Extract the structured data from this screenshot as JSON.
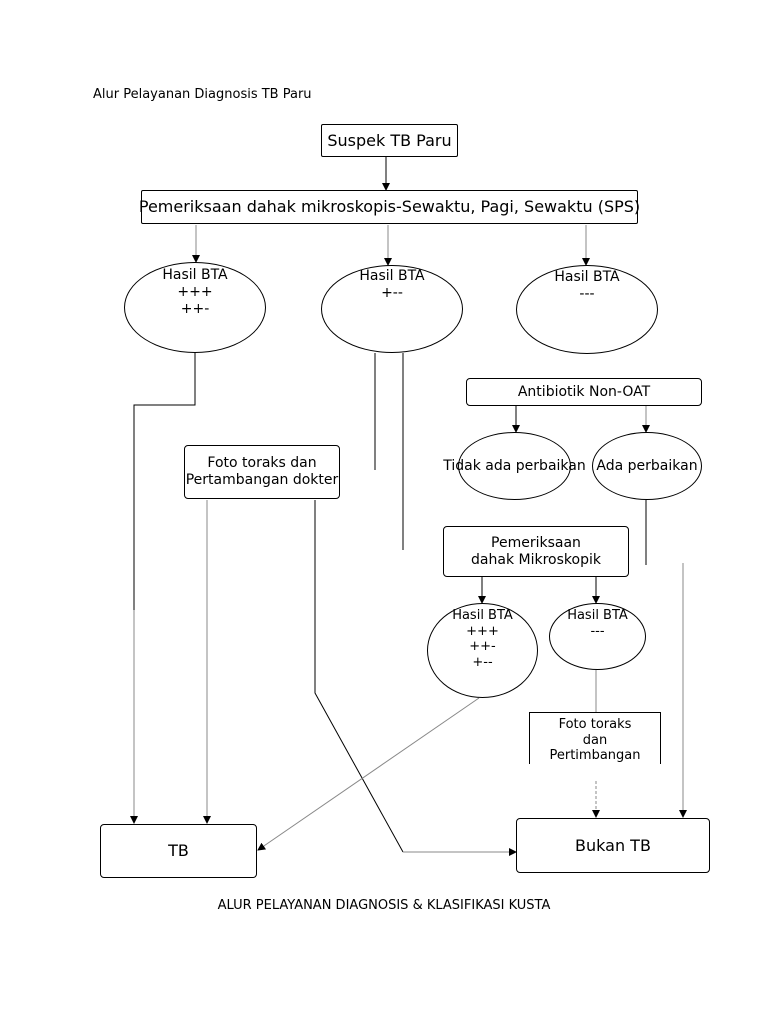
{
  "page_title": "Alur Pelayanan Diagnosis TB Paru",
  "footer_title": "ALUR PELAYANAN DIAGNOSIS & KLASIFIKASI KUSTA",
  "nodes": {
    "suspek": "Suspek TB Paru",
    "pemeriksaan_sps": "Pemeriksaan dahak mikroskopis-Sewaktu, Pagi, Sewaktu (SPS)",
    "hasil_pos": {
      "title": "Hasil BTA",
      "l1": "+++",
      "l2": "++-"
    },
    "hasil_mid": {
      "title": "Hasil BTA",
      "l1": "+--"
    },
    "hasil_neg": {
      "title": "Hasil BTA",
      "l1": "---"
    },
    "antibiotik": "Antibiotik Non-OAT",
    "tidak_ada_perbaikan": "Tidak ada perbaikan",
    "ada_perbaikan": "Ada perbaikan",
    "foto_toraks_1": {
      "l1": "Foto toraks dan",
      "l2": "Pertambangan dokter"
    },
    "pemeriksaan_mikro": {
      "l1": "Pemeriksaan",
      "l2": "dahak Mikroskopik"
    },
    "hasil2_pos": {
      "title": "Hasil BTA",
      "l1": "+++",
      "l2": "++-",
      "l3": "+--"
    },
    "hasil2_neg": {
      "title": "Hasil BTA",
      "l1": "---"
    },
    "foto_toraks_2": {
      "l1": "Foto toraks",
      "l2": "dan",
      "l3": "Pertimbangan"
    },
    "tb": "TB",
    "bukan_tb": "Bukan TB"
  }
}
